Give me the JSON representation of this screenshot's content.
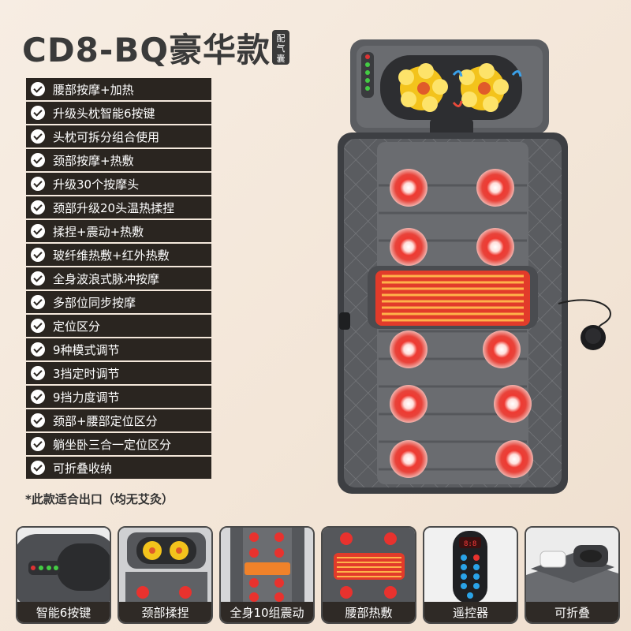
{
  "title": "CD8-BQ豪华款",
  "badge": [
    "配",
    "气",
    "囊"
  ],
  "features": [
    "腰部按摩+加热",
    "升级头枕智能6按键",
    "头枕可拆分组合使用",
    "颈部按摩+热敷",
    "升级30个按摩头",
    "颈部升级20头温热揉捏",
    "揉捏+震动+热敷",
    "玻纤维热敷+红外热敷",
    "全身波浪式脉冲按摩",
    "多部位同步按摩",
    "定位区分",
    "9种模式调节",
    "3挡定时调节",
    "9挡力度调节",
    "颈部+腰部定位区分",
    "躺坐卧三合一定位区分",
    "可折叠收纳"
  ],
  "note": "*此款适合出口（均无艾灸）",
  "thumbnails": [
    {
      "label": "智能6按键",
      "icon": "control-buttons"
    },
    {
      "label": "颈部揉捏",
      "icon": "neck-kneading"
    },
    {
      "label": "全身10组震动",
      "icon": "vibration-nodes"
    },
    {
      "label": "腰部热敷",
      "icon": "heating-pad"
    },
    {
      "label": "遥控器",
      "icon": "remote-control"
    },
    {
      "label": "可折叠",
      "icon": "folded-mat"
    }
  ],
  "colors": {
    "mat": "#55575b",
    "mat_dark": "#3a3c40",
    "node_red": "#e8322e",
    "heat_orange": "#f0822a",
    "kneader_yellow": "#f5c21a",
    "label_bg": "#2a2520"
  }
}
